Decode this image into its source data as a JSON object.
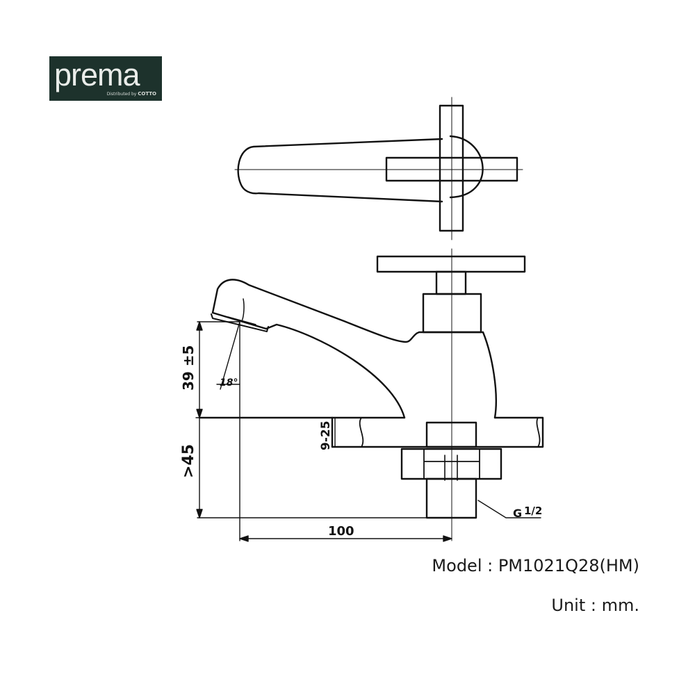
{
  "logo": {
    "brand": "prema",
    "distributed_by": "Distributed by",
    "distributor": "COTTO"
  },
  "dimensions": {
    "spout_height": "39 ±5",
    "angle": "18°",
    "counter_thickness": "9-25",
    "shank_length": ">45",
    "reach": "100",
    "thread_letter": "G",
    "thread_size": "1/2"
  },
  "model": {
    "label": "Model",
    "value": "PM1021Q28(HM)"
  },
  "unit": {
    "label": "Unit",
    "value": "mm."
  },
  "colors": {
    "line": "#111111",
    "logo_bg": "#1d322c"
  }
}
